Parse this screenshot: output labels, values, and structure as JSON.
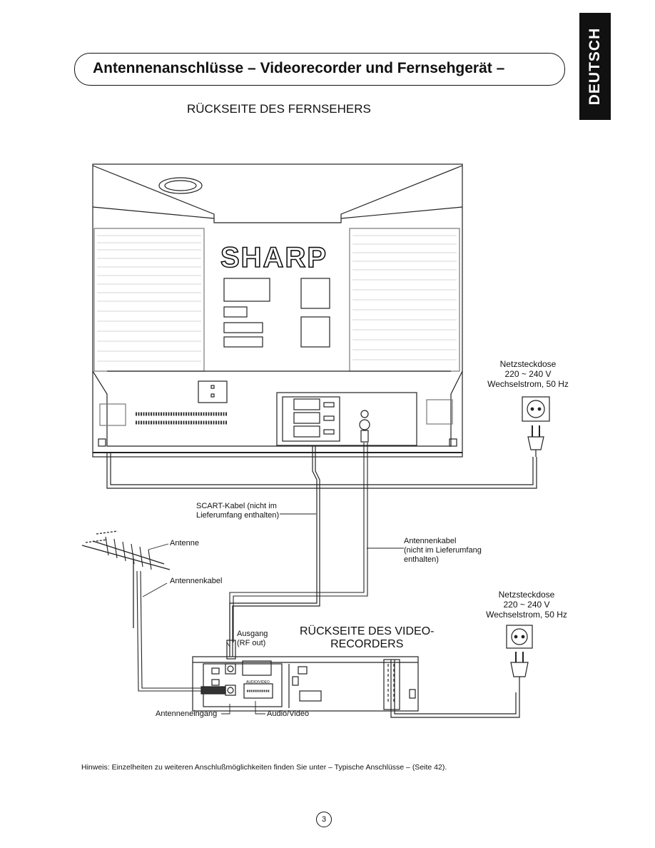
{
  "page": {
    "title": "Antennenanschlüsse – Videorecorder und Fernsehgerät –",
    "language_tab": "DEUTSCH",
    "tv_rear_heading": "RÜCKSEITE DES FERNSEHERS",
    "vcr_rear_heading_line1": "RÜCKSEITE DES VIDEO-",
    "vcr_rear_heading_line2": "RECORDERS",
    "note": "Hinweis: Einzelheiten zu weiteren Anschlußmöglichkeiten finden Sie unter  – Typische Anschlüsse – (Seite 42).",
    "page_number": "3"
  },
  "diagram": {
    "brand_logo": "SHARP",
    "power_tv": {
      "line1": "Netzsteckdose",
      "line2": "220 ~ 240 V",
      "line3": "Wechselstrom, 50 Hz"
    },
    "power_vcr": {
      "line1": "Netzsteckdose",
      "line2": "220 ~ 240 V",
      "line3": "Wechselstrom, 50 Hz"
    },
    "scart_cable": {
      "line1": "SCART-Kabel (nicht im",
      "line2": "Lieferumfang enthalten)"
    },
    "antenna": "Antenne",
    "antenna_cable": "Antennenkabel",
    "antenna_cable_tv": {
      "line1": "Antennenkabel",
      "line2": "(nicht im Lieferumfang",
      "line3": "enthalten)"
    },
    "rf_output": {
      "line1": "Ausgang",
      "line2": "(RF out)"
    },
    "antenna_input": "Antenneneingang",
    "audio_video": "Audio/Video",
    "vcr_port_audio_video": "AUDIO/VIDEO"
  }
}
